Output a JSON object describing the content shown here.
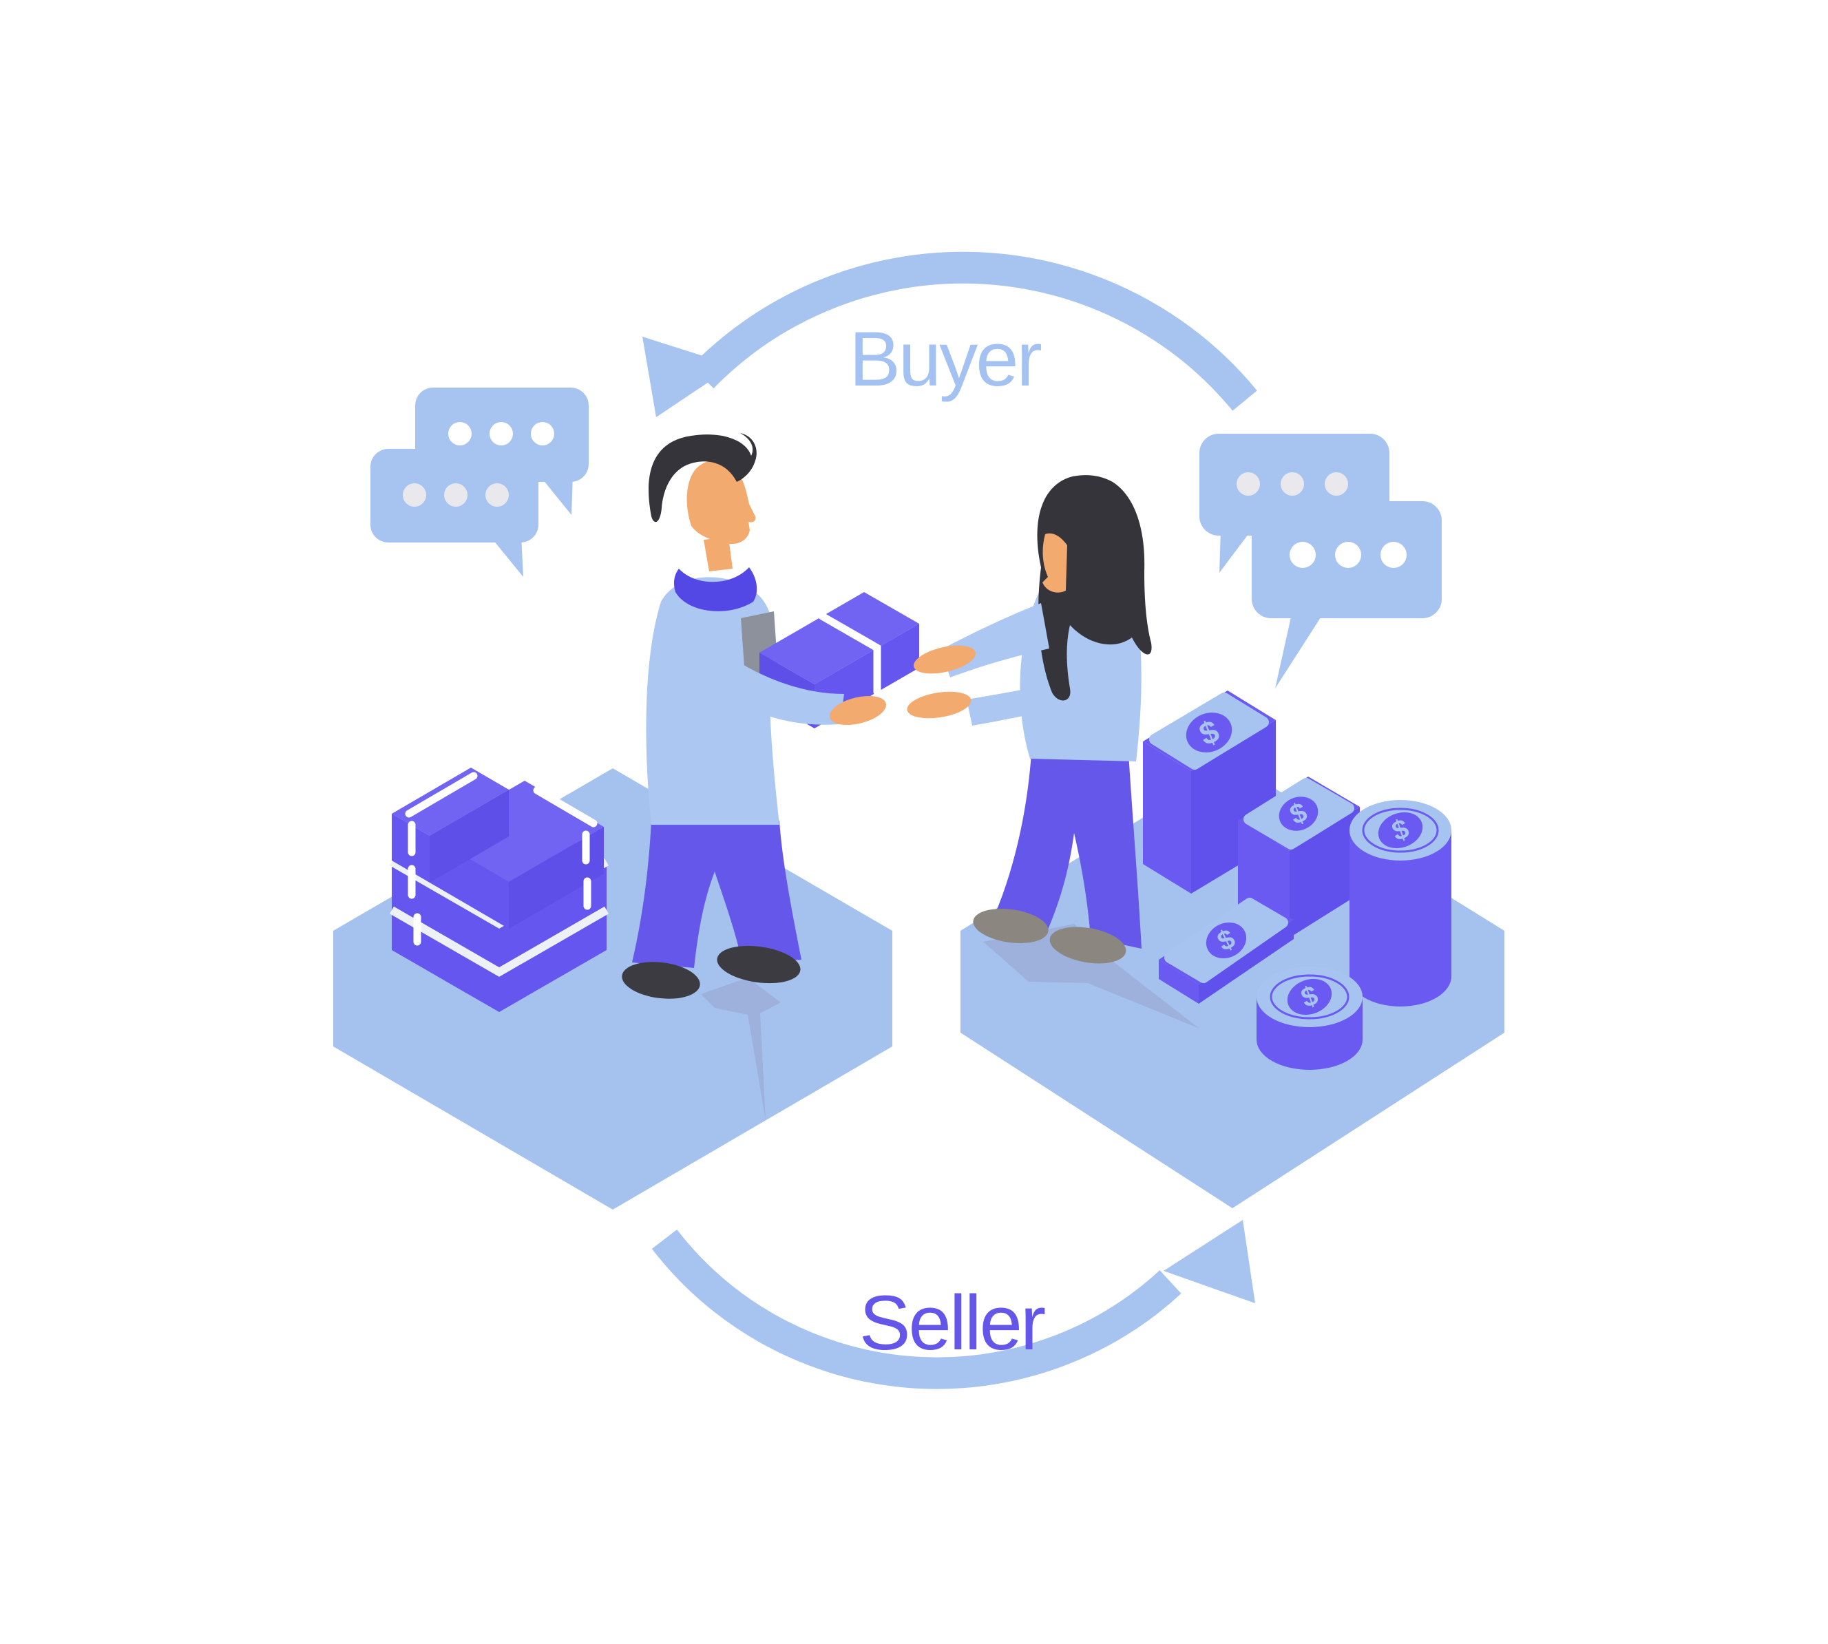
{
  "illustration": {
    "top_label": "Buyer",
    "bottom_label": "Seller",
    "currency_symbol": "$"
  },
  "icons": {
    "chat_bubble": "speech-bubble with three typing dots",
    "cycle_arrow": "curved exchange arrow",
    "dollar_coin": "coin with dollar sign",
    "banknote": "stack of banknotes with dollar sign",
    "package": "parcel box with white tape"
  },
  "colors": {
    "background": "#ffffff",
    "light_blue": "#a7c4f1",
    "platform_blue": "#a5c2ef",
    "shirt_blue": "#abc7f2",
    "text_blue": "#a4c2f1",
    "text_purple": "#6456e9",
    "purple": "#6456ee",
    "purple_top": "#7164f2",
    "purple_side": "#5d4fe8",
    "money_purple": "#6a5af2",
    "money_purple_dark": "#6051ec",
    "pants_purple": "#6557e9",
    "collar_purple": "#5348e5",
    "skin": "#f2aa6f",
    "hair": "#35343b",
    "shoe_dark": "#3c3b41",
    "shoe_gray": "#8b8780",
    "sleeve_gray": "#8c919c",
    "shadow_blue": "#9db1dc",
    "dot_gray": "#e9e9ed",
    "stripe_soft": "#edf0f5",
    "white": "#ffffff"
  }
}
